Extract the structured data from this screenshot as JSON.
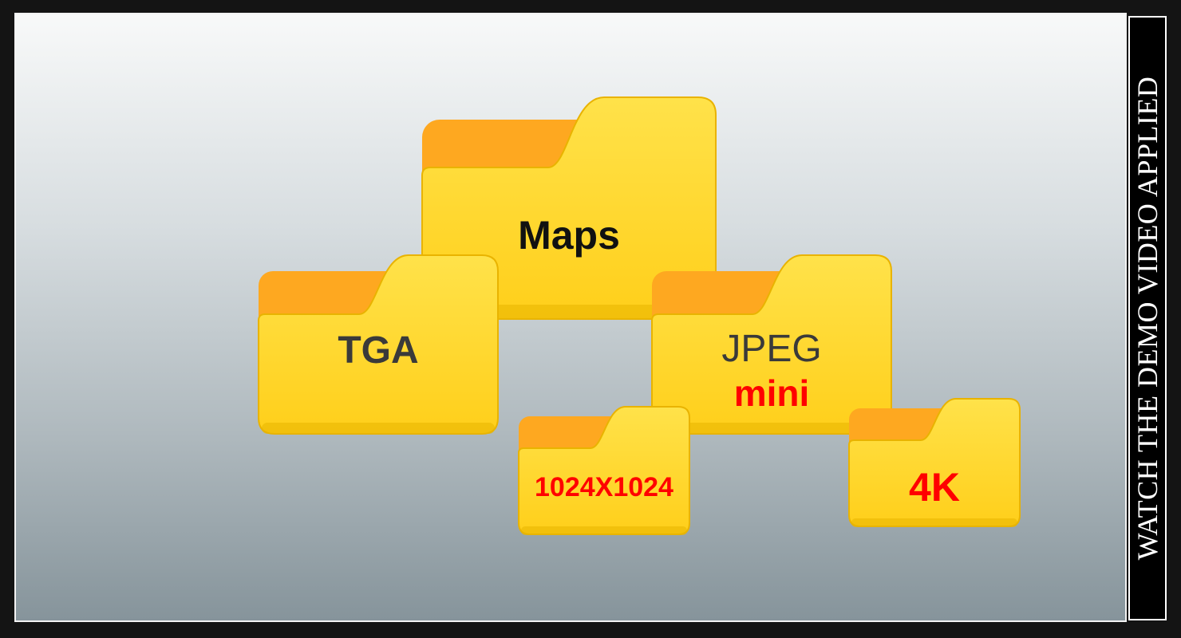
{
  "banner": {
    "text": "WATCH THE DEMO VIDEO APPLIED"
  },
  "folders": {
    "maps": {
      "label": "Maps",
      "label_color": "#111111"
    },
    "tga": {
      "label": "TGA",
      "label_color": "#3a3a3a"
    },
    "jpeg": {
      "label": "JPEG",
      "sublabel": "mini",
      "label_color": "#3a3a3a",
      "sublabel_color": "#ff0000"
    },
    "res1024": {
      "label": "1024X1024",
      "label_color": "#ff0000"
    },
    "res4k": {
      "label": "4K",
      "label_color": "#ff0000"
    }
  },
  "colors": {
    "folder_front": "#ffd21f",
    "folder_back": "#fea820",
    "folder_edge": "#e8b400"
  }
}
